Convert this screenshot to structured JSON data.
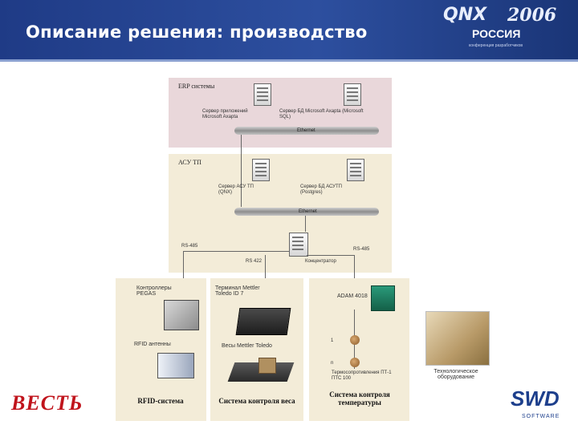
{
  "header": {
    "title": "Описание решения: производство",
    "logo_qnx": "QNX",
    "logo_year": "2006",
    "logo_country": "РОССИЯ",
    "logo_tagline": "конференция разработчиков",
    "bg_color": "#2d4f9f"
  },
  "diagram": {
    "erp": {
      "title": "ERP системы",
      "server1": "Сервер приложений Microsoft Axapta",
      "server2": "Сервер БД Microsoft Axapta (Microsoft SQL)",
      "bus": "Ethernet"
    },
    "acs": {
      "title": "АСУ ТП",
      "server1": "Сервер АСУ ТП (QNX)",
      "server2": "Сервер БД АСУТП (Postgres)",
      "bus": "Ethernet",
      "rs485_left": "RS-485",
      "rs485_right": "RS-485",
      "rs422": "RS 422",
      "concentrator": "Концентратор"
    },
    "rfid": {
      "controllers": "Контроллеры PEGAS",
      "antennas": "RFID антенны",
      "footer": "RFID-система"
    },
    "weigh": {
      "terminal": "Терминал Mettler Toledo ID 7",
      "scales": "Весы Mettler Toledo",
      "footer": "Система контроля веса"
    },
    "temp": {
      "adam": "ADAM 4018",
      "sensor1": "1",
      "sensorN": "n",
      "sensors_label": "Термосопротивления ПТ-1 ПТС 100",
      "footer": "Система контроля температуры"
    },
    "equipment": "Технологическое оборудование"
  },
  "logos": {
    "left": "ВЕСТЬ",
    "right_main": "SWD",
    "right_sub": "SOFTWARE"
  }
}
